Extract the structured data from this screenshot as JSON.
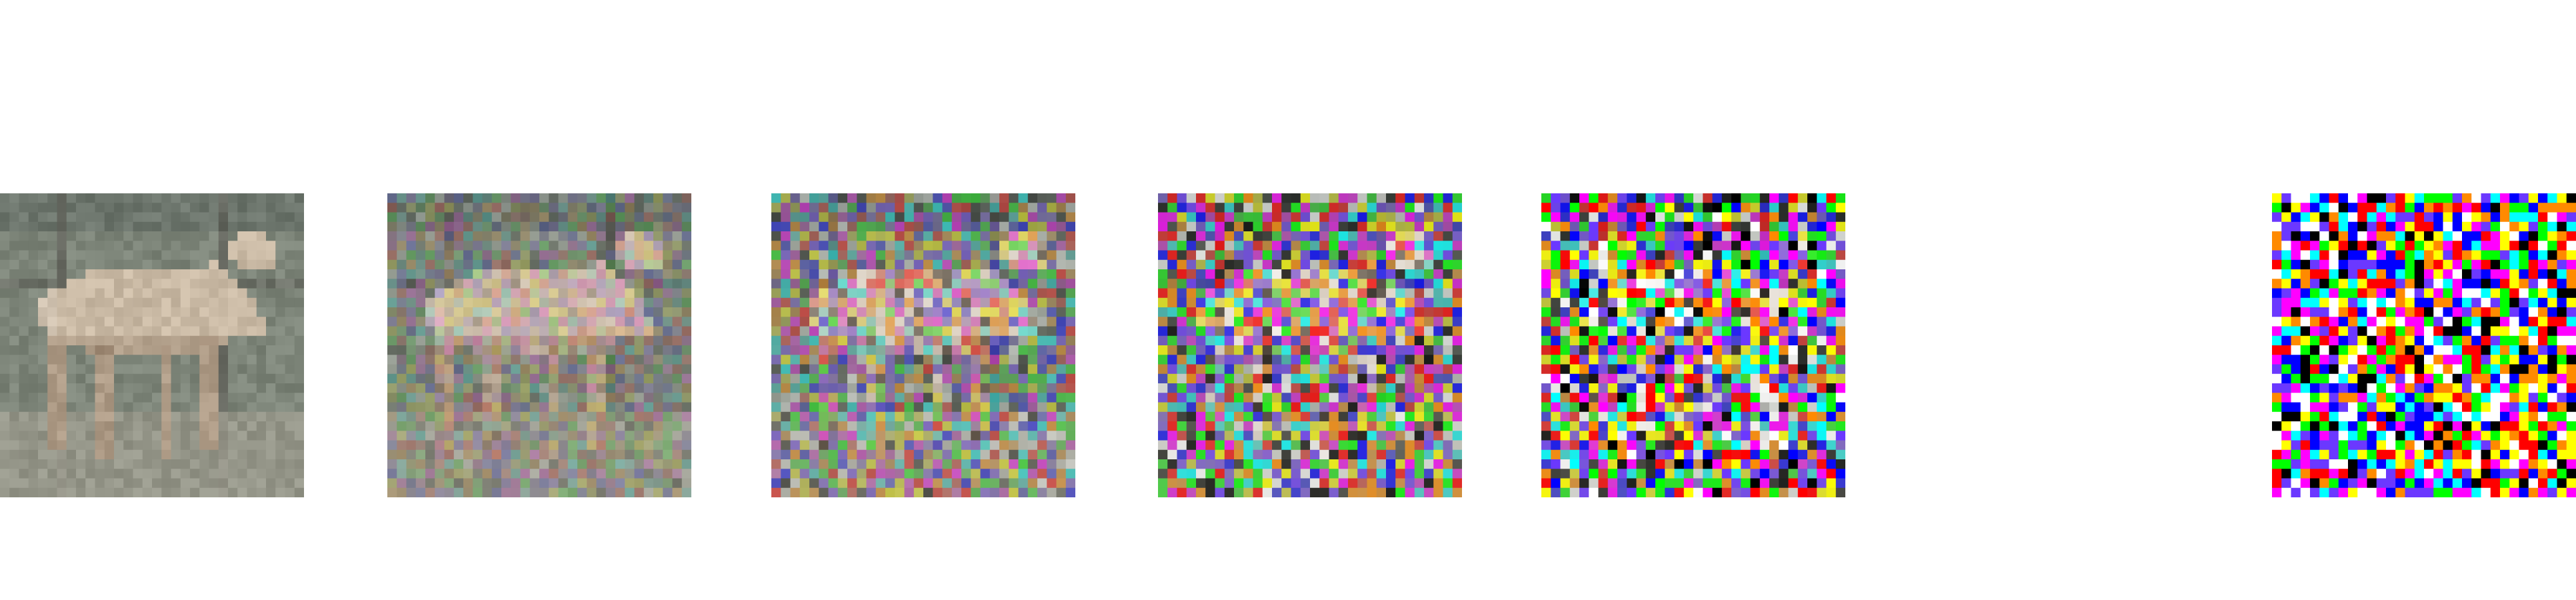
{
  "figure": {
    "type": "forward-diffusion-noise-sequence",
    "subject": "horse",
    "frames": [
      {
        "id": "x0",
        "noise_level": 0.0,
        "blur": 1.0
      },
      {
        "id": "x1",
        "noise_level": 0.14,
        "blur": 0.8
      },
      {
        "id": "x2",
        "noise_level": 0.34,
        "blur": 0.55
      },
      {
        "id": "x3",
        "noise_level": 0.58,
        "blur": 0.3
      },
      {
        "id": "x4",
        "noise_level": 0.82,
        "blur": 0.1
      },
      {
        "id": "xT",
        "noise_level": 1.0,
        "blur": 0.0,
        "pure_noise": true
      }
    ],
    "colors": {
      "background": "#ffffff",
      "sky": "#7d8579",
      "fence": "#5f5f58",
      "horse_body": "#c9b9a4",
      "horse_shadow": "#8a735e",
      "ground": "#9b9a8d",
      "noise_palette": [
        "#ff0000",
        "#00ff00",
        "#0000ff",
        "#ffff00",
        "#ff00ff",
        "#00ffff",
        "#ffffff",
        "#000000",
        "#6b38ff",
        "#ff8a00"
      ]
    }
  }
}
